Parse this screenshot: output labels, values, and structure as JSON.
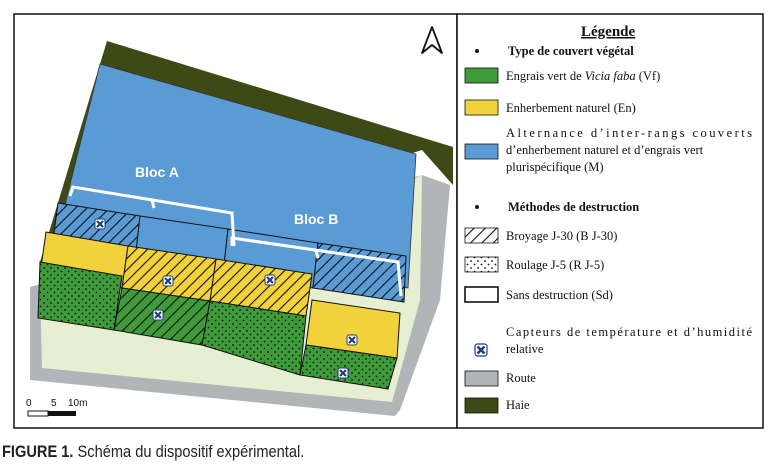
{
  "map": {
    "bloc_a_label": "Bloc A",
    "bloc_b_label": "Bloc B",
    "scale": {
      "labels": [
        "0",
        "5",
        "10m"
      ]
    },
    "north_arrow": "north-arrow-icon"
  },
  "legend": {
    "title": "Légende",
    "section1_title": "Type de couvert végétal",
    "section2_title": "Méthodes de destruction",
    "items": {
      "vf_prefix": "Engrais vert de ",
      "vf_italic": "Vicia faba",
      "vf_suffix": " (Vf)",
      "en": "Enherbement naturel (En)",
      "m_line1": "Alternance d’inter-rangs couverts",
      "m_line2": "d’enherbement naturel et d’engrais vert",
      "m_line3": "plurispécifique (M)",
      "broyage": "Broyage J-30 (B J-30)",
      "roulage": "Roulage J-5 (R J-5)",
      "sans": "Sans destruction (Sd)",
      "capteurs_line1": "Capteurs de température et d’humidité",
      "capteurs_line2": "relative",
      "route": "Route",
      "haie": "Haie"
    }
  },
  "caption": {
    "number": "FIGURE 1.",
    "text": " Schéma du dispositif expérimental."
  },
  "colors": {
    "green": "#3f9a3a",
    "yellow": "#f2d23a",
    "blue": "#5b9bd5",
    "road": "#b2b5b8",
    "hedge": "#3d4a16",
    "verge": "#e7efd2"
  }
}
